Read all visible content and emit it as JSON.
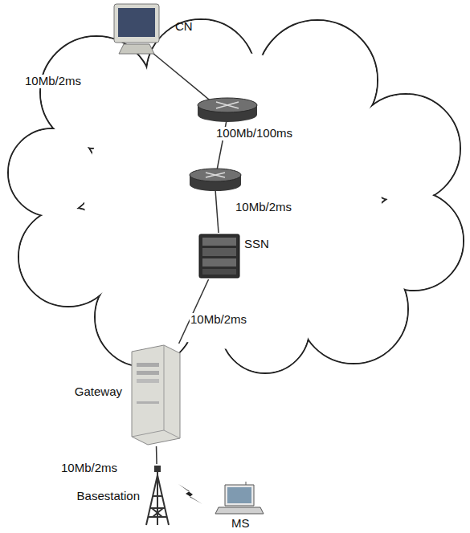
{
  "diagram": {
    "nodes": [
      {
        "text": [
          "CN"
        ]
      },
      {
        "text": [
          "SSN"
        ]
      },
      {
        "text": [
          "Gateway"
        ]
      },
      {
        "text": [
          "Basestation"
        ]
      },
      {
        "text": [
          "MS"
        ]
      }
    ],
    "edges": [
      {
        "from": 1,
        "to": 2,
        "arrow": "none",
        "label": "10Mb/2ms"
      },
      {
        "from": 2,
        "to": 3,
        "arrow": "none",
        "label": "10Mb/2ms"
      }
    ],
    "labels": [
      "10Mb/2ms",
      "100Mb/100ms",
      "10Mb/2ms"
    ]
  }
}
